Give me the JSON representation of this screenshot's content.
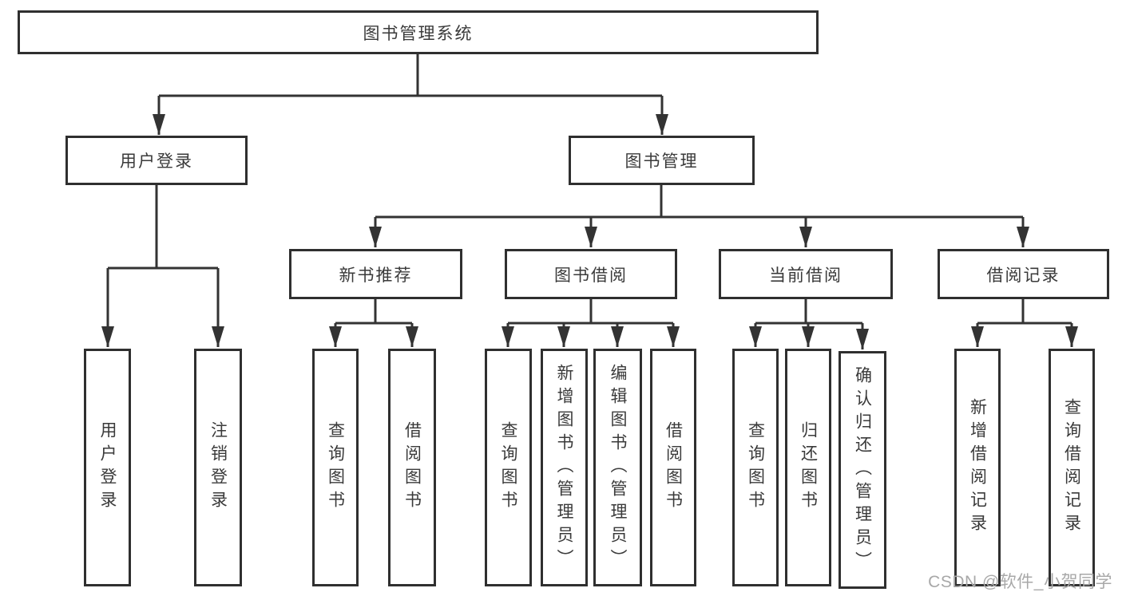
{
  "diagram_type": "hierarchy-tree",
  "nodes": {
    "root": "图书管理系统",
    "user_login": "用户登录",
    "book_mgmt": "图书管理",
    "new_book_rec": "新书推荐",
    "book_borrow": "图书借阅",
    "current_borrow": "当前借阅",
    "borrow_records": "借阅记录",
    "ul_user_login": "用户登录",
    "ul_logout": "注销登录",
    "nb_query_book": "查询图书",
    "nb_borrow_book": "借阅图书",
    "bb_query_book": "查询图书",
    "bb_add_book": "新增图书（管理员）",
    "bb_edit_book": "编辑图书（管理员）",
    "bb_borrow_book": "借阅图书",
    "cb_query_book": "查询图书",
    "cb_return_book": "归还图书",
    "cb_confirm_return": "确认归还（管理员）",
    "br_add_record": "新增借阅记录",
    "br_query_record": "查询借阅记录"
  },
  "hierarchy": {
    "图书管理系统": {
      "用户登录": [
        "用户登录",
        "注销登录"
      ],
      "图书管理": {
        "新书推荐": [
          "查询图书",
          "借阅图书"
        ],
        "图书借阅": [
          "查询图书",
          "新增图书（管理员）",
          "编辑图书（管理员）",
          "借阅图书"
        ],
        "当前借阅": [
          "查询图书",
          "归还图书",
          "确认归还（管理员）"
        ],
        "借阅记录": [
          "新增借阅记录",
          "查询借阅记录"
        ]
      }
    }
  },
  "colors": {
    "line": "#333333",
    "box_border": "#2f2f2f",
    "text": "#3a3a3a",
    "background": "#ffffff",
    "watermark": "#a8a8a8"
  },
  "watermark": {
    "text": "CSDN @软件_小贺同学"
  }
}
